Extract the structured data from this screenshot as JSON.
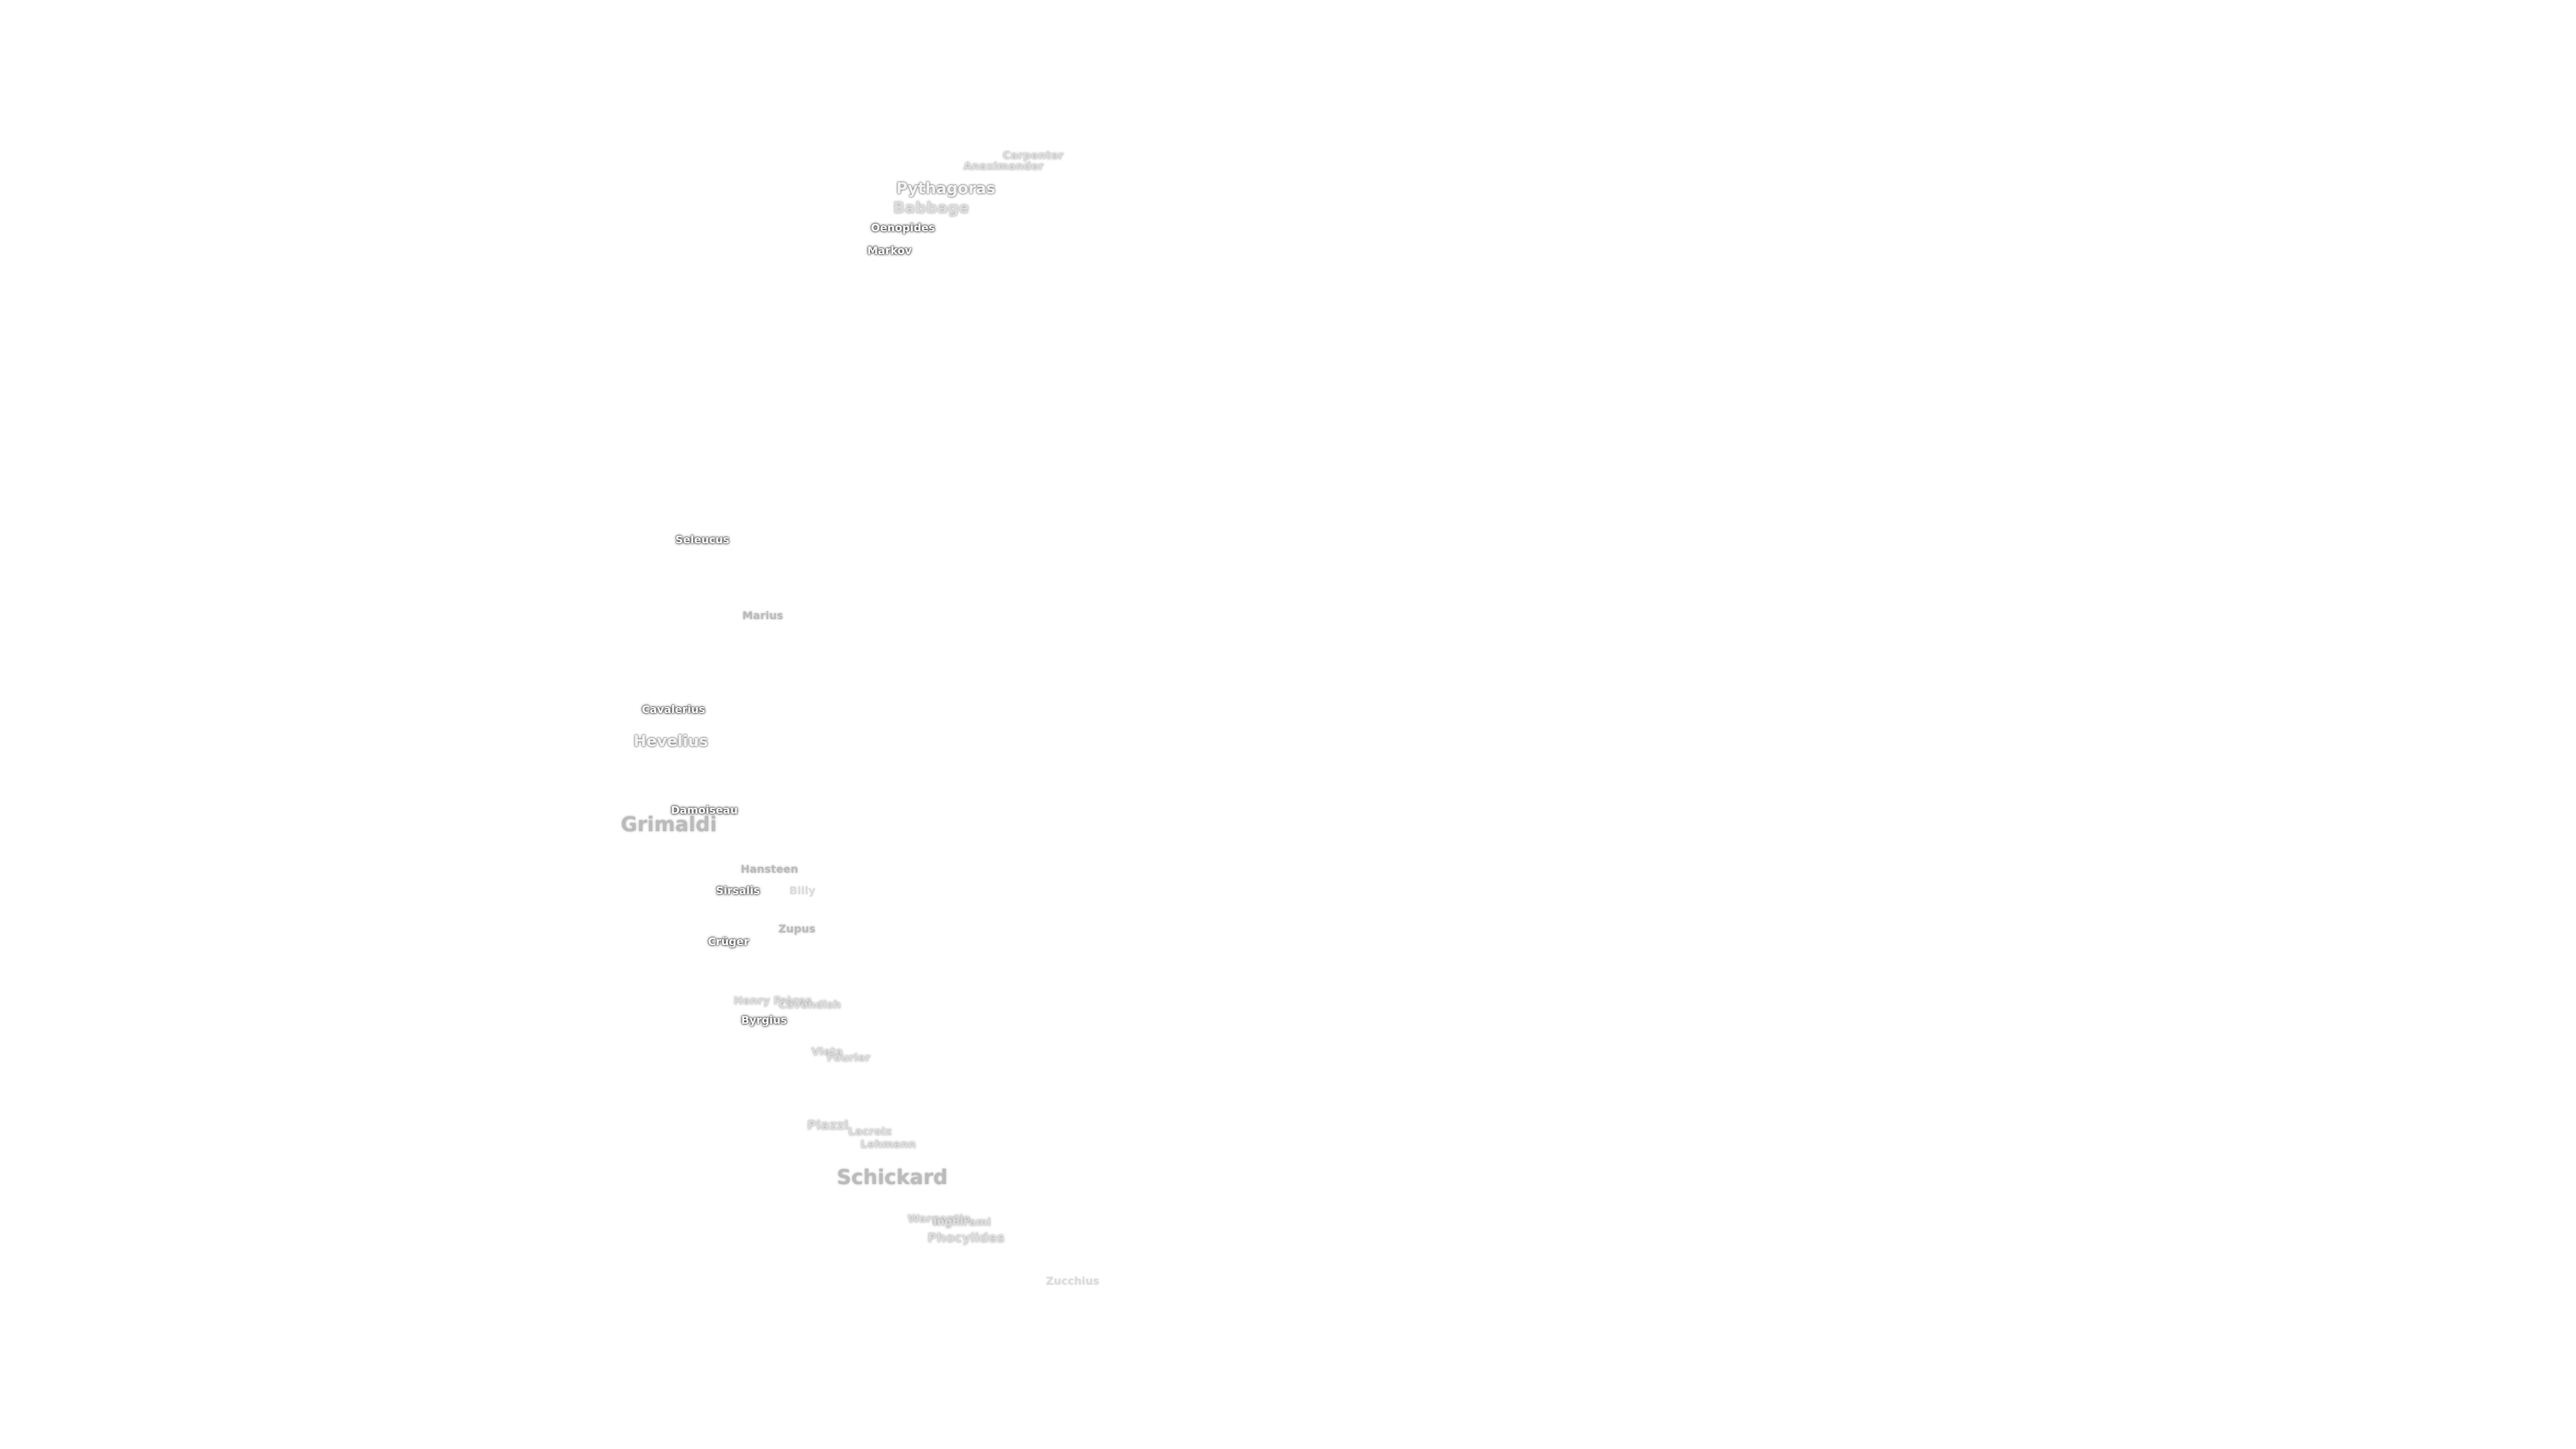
{
  "labels": [
    {
      "id": "carpenter",
      "name": "Carpenter"
    },
    {
      "id": "anaximander",
      "name": "Anaximander"
    },
    {
      "id": "pythagoras",
      "name": "Pythagoras"
    },
    {
      "id": "babbage",
      "name": "Babbage"
    },
    {
      "id": "oenopides",
      "name": "Oenopides"
    },
    {
      "id": "markov",
      "name": "Markov"
    },
    {
      "id": "seleucus",
      "name": "Seleucus"
    },
    {
      "id": "marius",
      "name": "Marius"
    },
    {
      "id": "cavalerius",
      "name": "Cavalerius"
    },
    {
      "id": "hevelius",
      "name": "Hevelius"
    },
    {
      "id": "damoiseau",
      "name": "Damoiseau"
    },
    {
      "id": "grimaldi",
      "name": "Grimaldi"
    },
    {
      "id": "hansteen",
      "name": "Hansteen"
    },
    {
      "id": "sirsalis",
      "name": "Sirsalis"
    },
    {
      "id": "billy",
      "name": "Billy"
    },
    {
      "id": "zupus",
      "name": "Zupus"
    },
    {
      "id": "cruger",
      "name": "Crüger"
    },
    {
      "id": "henry-freres",
      "name": "Henry Frères"
    },
    {
      "id": "cavendish",
      "name": "Cavendish"
    },
    {
      "id": "byrgius",
      "name": "Byrgius"
    },
    {
      "id": "vieta",
      "name": "Vieta"
    },
    {
      "id": "fourier",
      "name": "Fourier"
    },
    {
      "id": "piazzi",
      "name": "Piazzi"
    },
    {
      "id": "lacroix",
      "name": "Lacroix"
    },
    {
      "id": "lehmann",
      "name": "Lehmann"
    },
    {
      "id": "schickard",
      "name": "Schickard"
    },
    {
      "id": "wargentin",
      "name": "Wargentin"
    },
    {
      "id": "inghirami",
      "name": "Inghirami"
    },
    {
      "id": "phocylides",
      "name": "Phocylides"
    },
    {
      "id": "zucchius",
      "name": "Zucchius"
    }
  ]
}
